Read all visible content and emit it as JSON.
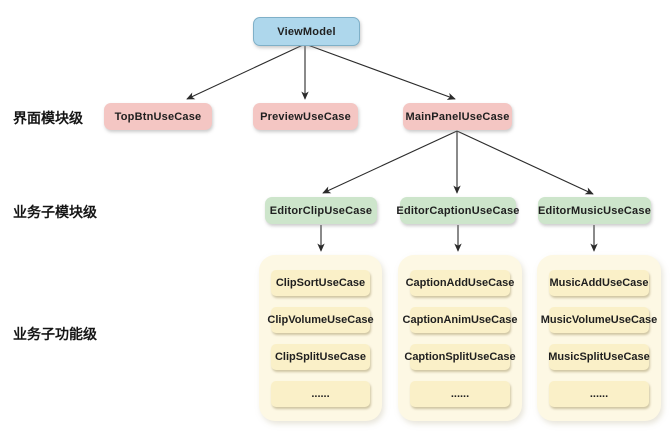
{
  "diagram": {
    "root": {
      "label": "ViewModel"
    },
    "row_labels": [
      {
        "label": "界面模块级"
      },
      {
        "label": "业务子模块级"
      },
      {
        "label": "业务子功能级"
      }
    ],
    "level2": [
      {
        "label": "TopBtnUseCase"
      },
      {
        "label": "PreviewUseCase"
      },
      {
        "label": "MainPanelUseCase"
      }
    ],
    "level3": [
      {
        "label": "EditorClipUseCase"
      },
      {
        "label": "EditorCaptionUseCase"
      },
      {
        "label": "EditorMusicUseCase"
      }
    ],
    "level4_groups": [
      {
        "items": [
          "ClipSortUseCase",
          "ClipVolumeUseCase",
          "ClipSplitUseCase",
          "......"
        ]
      },
      {
        "items": [
          "CaptionAddUseCase",
          "CaptionAnimUseCase",
          "CaptionSplitUseCase",
          "......"
        ]
      },
      {
        "items": [
          "MusicAddUseCase",
          "MusicVolumeUseCase",
          "MusicSplitUseCase",
          "......"
        ]
      }
    ],
    "colors": {
      "root_fill": "#aed7ec",
      "root_border": "#7fb0c8",
      "level2_fill": "#f4c6c3",
      "level3_fill": "#cde5cb",
      "group_fill": "#fdf8e4",
      "item_fill": "#faf0c8",
      "arrow": "#2b2b2b",
      "text": "#1f1f1f"
    }
  }
}
